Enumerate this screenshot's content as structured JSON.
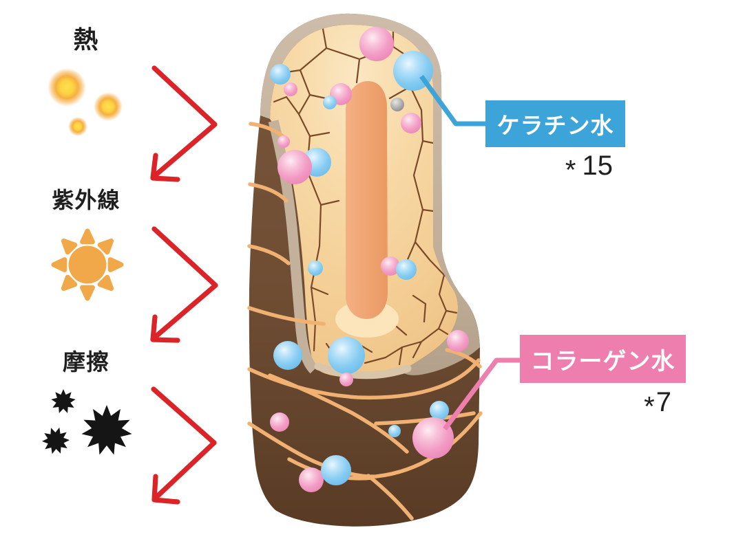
{
  "stressors": {
    "heat": {
      "label": "熱"
    },
    "uv": {
      "label": "紫外線"
    },
    "friction": {
      "label": "摩擦"
    }
  },
  "callouts": {
    "keratin": {
      "label": "ケラチン水",
      "star": "*",
      "count": "15"
    },
    "collagen": {
      "label": "コラーゲン水",
      "star": "*",
      "count": "7"
    }
  },
  "icons": {
    "heat": "heat-glow-icon",
    "uv": "sun-icon",
    "friction": "friction-burst-icon",
    "arrow": "zigzag-arrow-icon"
  },
  "colors": {
    "keratin_blue": "#3ca4d8",
    "collagen_pink": "#ee7eae",
    "arrow_red": "#dc2428",
    "sun_orange": "#f0a848",
    "star_black": "#151515",
    "text_black": "#1f1f1f",
    "bubble_blue": "#74c3ef",
    "bubble_pink": "#f091bf",
    "cortex_cream": "#f7d9a6",
    "crack_brown": "#7a4928",
    "medulla_orange": "#f0a571",
    "cuticle_brown": "#6f4e34",
    "scale_orange": "#f1b173",
    "rim_taupe": "#c6b4a0"
  }
}
